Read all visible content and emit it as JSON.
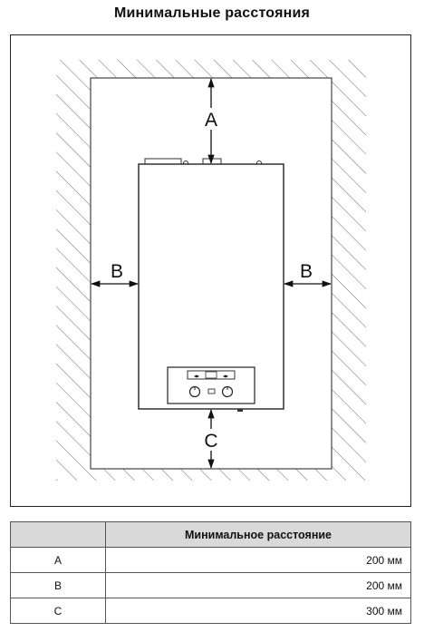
{
  "title": "Минимальные расстояния",
  "diagram": {
    "label_top": "A",
    "label_left": "B",
    "label_right": "B",
    "label_bottom": "C"
  },
  "table": {
    "header_key": "",
    "header_value": "Минимальное расстояние",
    "rows": [
      {
        "key": "A",
        "value": "200 мм"
      },
      {
        "key": "B",
        "value": "200 мм"
      },
      {
        "key": "C",
        "value": "300 мм"
      }
    ]
  }
}
